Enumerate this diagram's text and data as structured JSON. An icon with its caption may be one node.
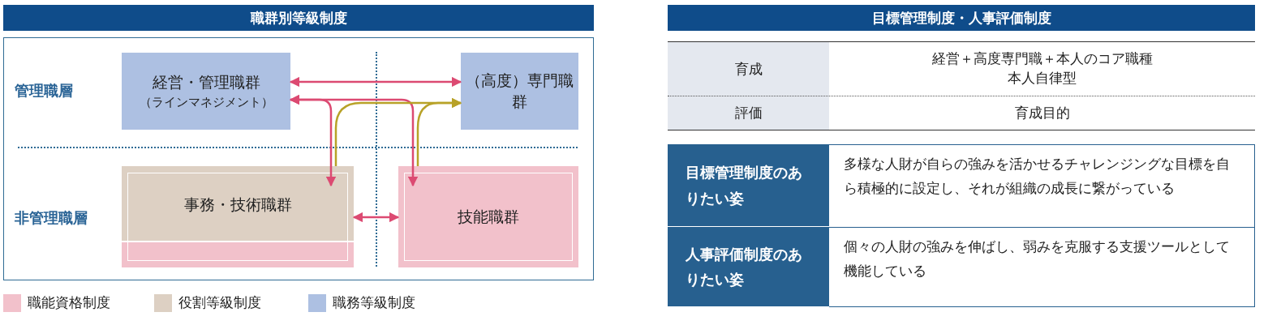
{
  "diagram": {
    "title": "職群別等級制度",
    "nodes": [
      {
        "text": [
          "経営・管理職群",
          "（ラインマネジメント）"
        ]
      },
      {
        "text": [
          "（高度）専門職群"
        ]
      },
      {
        "text": [
          "事務・技術職群"
        ]
      },
      {
        "text": [
          "技能職群"
        ]
      }
    ],
    "edges": [
      {
        "from": 0,
        "to": 1,
        "arrow": "both"
      },
      {
        "from": 0,
        "to": 2,
        "arrow": "both"
      },
      {
        "from": 0,
        "to": 3,
        "arrow": "both"
      },
      {
        "from": 2,
        "to": 1,
        "arrow": "to",
        "color": "#b8a228"
      },
      {
        "from": 3,
        "to": 1,
        "arrow": "to",
        "color": "#b8a228"
      },
      {
        "from": 2,
        "to": 3,
        "arrow": "both"
      }
    ],
    "labels": [
      "管理職層",
      "非管理職層",
      "目標管理制度・人事評価制度",
      "育成",
      "経営＋高度専門職＋本人のコア職種",
      "本人自律型",
      "評価",
      "育成目的",
      "目標管理制度のありたい姿",
      "多様な人財が自らの強みを活かせるチャレンジングな目標を自ら積極的に設定し、それが組織の成長に繋がっている",
      "人事評価制度のありたい姿",
      "個々の人財の強みを伸ばし、弱みを克服する支援ツールとして機能している"
    ],
    "legend": [
      {
        "text": "職能資格制度",
        "color": "#f2c1cb"
      },
      {
        "text": "役割等級制度",
        "color": "#ddd0c3"
      },
      {
        "text": "職務等級制度",
        "color": "#adc0e2"
      }
    ]
  }
}
